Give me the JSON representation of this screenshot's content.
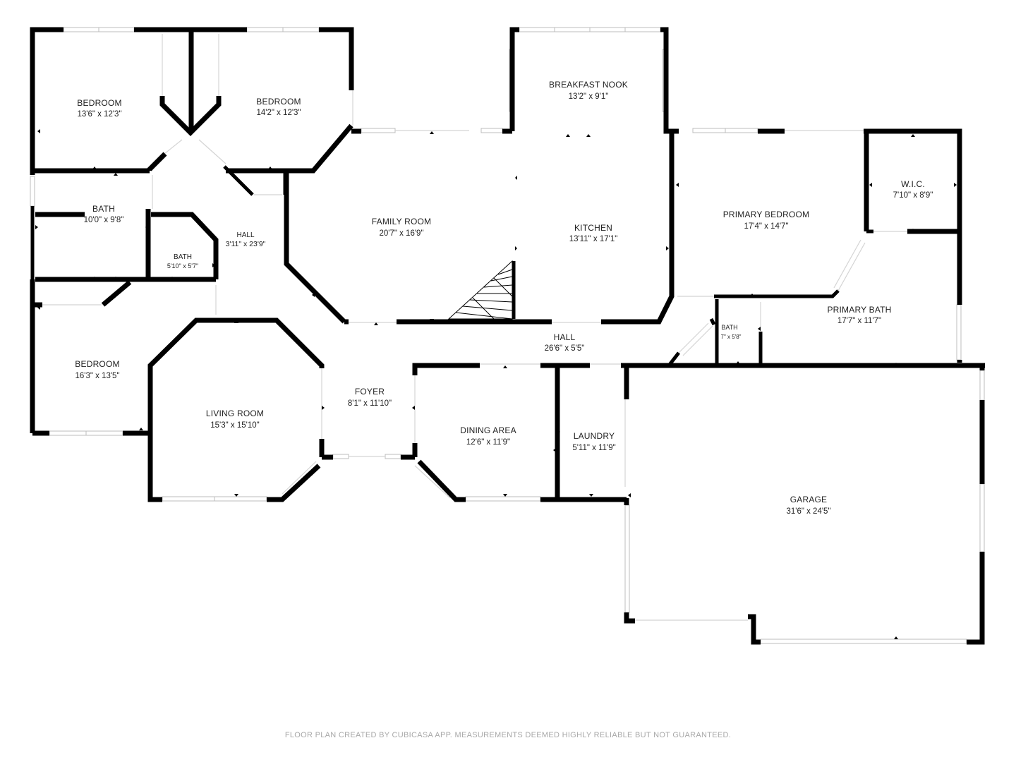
{
  "rooms": [
    {
      "id": "bedroom-1",
      "name": "BEDROOM",
      "dims": "13'6\" x 12'3\""
    },
    {
      "id": "bedroom-2",
      "name": "BEDROOM",
      "dims": "14'2\" x 12'3\""
    },
    {
      "id": "breakfast-nook",
      "name": "BREAKFAST NOOK",
      "dims": "13'2\" x 9'1\""
    },
    {
      "id": "bath-1",
      "name": "BATH",
      "dims": "10'0\" x 9'8\""
    },
    {
      "id": "bath-2",
      "name": "BATH",
      "dims": "5'10\" x 5'7\""
    },
    {
      "id": "hall-1",
      "name": "HALL",
      "dims": "3'11\" x 23'9\""
    },
    {
      "id": "family-room",
      "name": "FAMILY ROOM",
      "dims": "20'7\" x 16'9\""
    },
    {
      "id": "kitchen",
      "name": "KITCHEN",
      "dims": "13'11\" x 17'1\""
    },
    {
      "id": "primary-bedroom",
      "name": "PRIMARY BEDROOM",
      "dims": "17'4\" x 14'7\""
    },
    {
      "id": "wic",
      "name": "W.I.C.",
      "dims": "7'10\" x 8'9\""
    },
    {
      "id": "primary-bath",
      "name": "PRIMARY BATH",
      "dims": "17'7\" x 11'7\""
    },
    {
      "id": "bath-3",
      "name": "BATH",
      "dims": "7\" x 5'8\""
    },
    {
      "id": "hall-2",
      "name": "HALL",
      "dims": "26'6\" x 5'5\""
    },
    {
      "id": "bedroom-3",
      "name": "BEDROOM",
      "dims": "16'3\" x 13'5\""
    },
    {
      "id": "living-room",
      "name": "LIVING ROOM",
      "dims": "15'3\" x 15'10\""
    },
    {
      "id": "foyer",
      "name": "FOYER",
      "dims": "8'1\" x 11'10\""
    },
    {
      "id": "dining-area",
      "name": "DINING AREA",
      "dims": "12'6\" x 11'9\""
    },
    {
      "id": "laundry",
      "name": "LAUNDRY",
      "dims": "5'11\" x 11'9\""
    },
    {
      "id": "garage",
      "name": "GARAGE",
      "dims": "31'6\" x 24'5\""
    }
  ],
  "footer": "FLOOR PLAN CREATED BY CUBICASA APP. MEASUREMENTS DEEMED HIGHLY RELIABLE BUT NOT GUARANTEED."
}
